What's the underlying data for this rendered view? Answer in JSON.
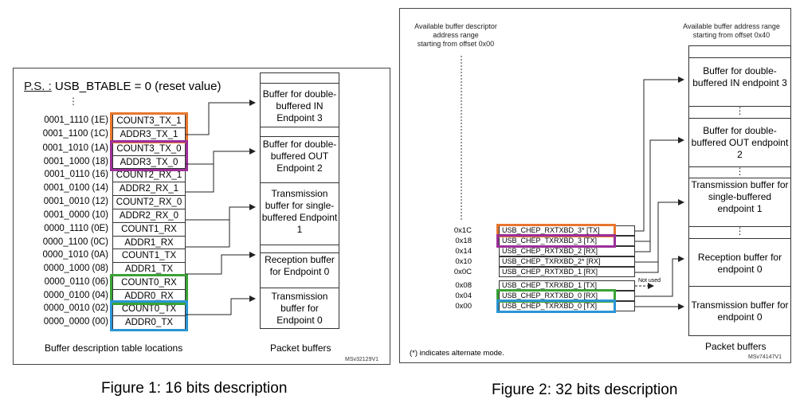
{
  "figure1": {
    "ps_label": "P.S. :",
    "ps_text": " USB_BTABLE = 0 (reset value)",
    "addresses": [
      "0001_1110 (1E)",
      "0001_1100 (1C)",
      "0001_1010 (1A)",
      "0001_1000 (18)",
      "0001_0110 (16)",
      "0001_0100 (14)",
      "0001_0010 (12)",
      "0001_0000 (10)",
      "0000_1110 (0E)",
      "0000_1100 (0C)",
      "0000_1010 (0A)",
      "0000_1000 (08)",
      "0000_0110 (06)",
      "0000_0100 (04)",
      "0000_0010 (02)",
      "0000_0000 (00)"
    ],
    "cells": [
      "COUNT3_TX_1",
      "ADDR3_TX_1",
      "COUNT3_TX_0",
      "ADDR3_TX_0",
      "COUNT2_RX_1",
      "ADDR2_RX_1",
      "COUNT2_RX_0",
      "ADDR2_RX_0",
      "COUNT1_RX",
      "ADDR1_RX",
      "COUNT1_TX",
      "ADDR1_TX",
      "COUNT0_RX",
      "ADDR0_RX",
      "COUNT0_TX",
      "ADDR0_TX"
    ],
    "buffers": [
      "Buffer for double-buffered IN Endpoint 3",
      "Buffer for double-buffered OUT Endpoint 2",
      "Transmission buffer for single-buffered Endpoint 1",
      "Reception buffer for Endpoint 0",
      "Transmission buffer for Endpoint 0"
    ],
    "table_caption": "Buffer description table locations",
    "packet_caption": "Packet buffers",
    "code": "MSv32129V1",
    "caption": "Figure 1: 16 bits description"
  },
  "figure2": {
    "left_header": "Available buffer descriptor\naddress range\nstarting from offset 0x00",
    "right_header": "Available buffer address range\nstarting from offset 0x40",
    "offsets": [
      "0x1C",
      "0x18",
      "0x14",
      "0x10",
      "0x0C",
      "0x08",
      "0x04",
      "0x00"
    ],
    "cells": [
      "USB_CHEP_RXTXBD_3* [TX]",
      "USB_CHEP_TXRXBD_3 [TX]",
      "USB_CHEP_RXTXBD_2 [RX]",
      "USB_CHEP_TXRXBD_2* [RX]",
      "USB_CHEP_RXTXBD_1 [RX]",
      "USB_CHEP_TXRXBD_1 [TX]",
      "USB_CHEP_RXTXBD_0 [RX]",
      "USB_CHEP_TXRXBD_0 [TX]"
    ],
    "buffers": [
      "Buffer for double-buffered IN endpoint 3",
      "Buffer for double-buffered OUT endpoint 2",
      "Transmission buffer for single-buffered endpoint 1",
      "Reception buffer for endpoint 0",
      "Transmission buffer for endpoint 0"
    ],
    "not_used": "Not used",
    "packet_caption": "Packet buffers",
    "note": "(*) indicates alternate mode.",
    "code": "MSv74147V1",
    "caption": "Figure 2:  32 bits description"
  },
  "colors": {
    "orange": "#e8772e",
    "purple": "#9b2f98",
    "green": "#3aa335",
    "blue": "#2b95d4"
  }
}
